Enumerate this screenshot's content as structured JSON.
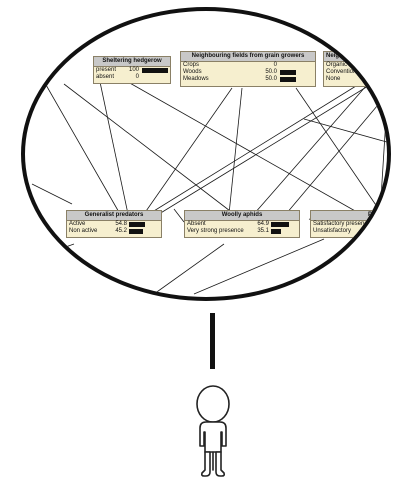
{
  "nodes": [
    {
      "id": "left_partial",
      "title": "",
      "states": [
        {
          "label": "",
          "value": ""
        },
        {
          "label": "",
          "value": ""
        }
      ]
    },
    {
      "id": "hedgerow",
      "title": "Sheltering hedgerow",
      "states": [
        {
          "label": "present",
          "value": "100",
          "fraction": 1.0
        },
        {
          "label": "absent",
          "value": "0",
          "fraction": 0
        }
      ]
    },
    {
      "id": "fields",
      "title": "Neighbouring fields from grain growers",
      "states": [
        {
          "label": "Crops",
          "value": "0",
          "fraction": 0
        },
        {
          "label": "Woods",
          "value": "50.0",
          "fraction": 0.5
        },
        {
          "label": "Meadows",
          "value": "50.0",
          "fraction": 0.5
        }
      ]
    },
    {
      "id": "neigh",
      "title": "Neighb",
      "states": [
        {
          "label": "Organic",
          "value": ""
        },
        {
          "label": "Conventional",
          "value": ""
        },
        {
          "label": "None",
          "value": ""
        }
      ]
    },
    {
      "id": "predators",
      "title": "Generalist predators",
      "states": [
        {
          "label": "Active",
          "value": "54.8",
          "fraction": 0.548
        },
        {
          "label": "Non active",
          "value": "45.2",
          "fraction": 0.452
        }
      ]
    },
    {
      "id": "aphids",
      "title": "Woolly aphids",
      "states": [
        {
          "label": "Absent",
          "value": "64.9",
          "fraction": 0.649
        },
        {
          "label": "Very strong presence",
          "value": "35.1",
          "fraction": 0.351
        }
      ]
    },
    {
      "id": "pollinators",
      "title": "Pollinators",
      "states": [
        {
          "label": "Satisfactory presence",
          "value": ""
        },
        {
          "label": "Unsatisfactory",
          "value": ""
        }
      ]
    }
  ],
  "colors": {
    "node_bg": "#f6efcf",
    "title_bg": "#c8c8c8",
    "outline": "#111111"
  },
  "icons": {
    "person": "person-icon"
  }
}
